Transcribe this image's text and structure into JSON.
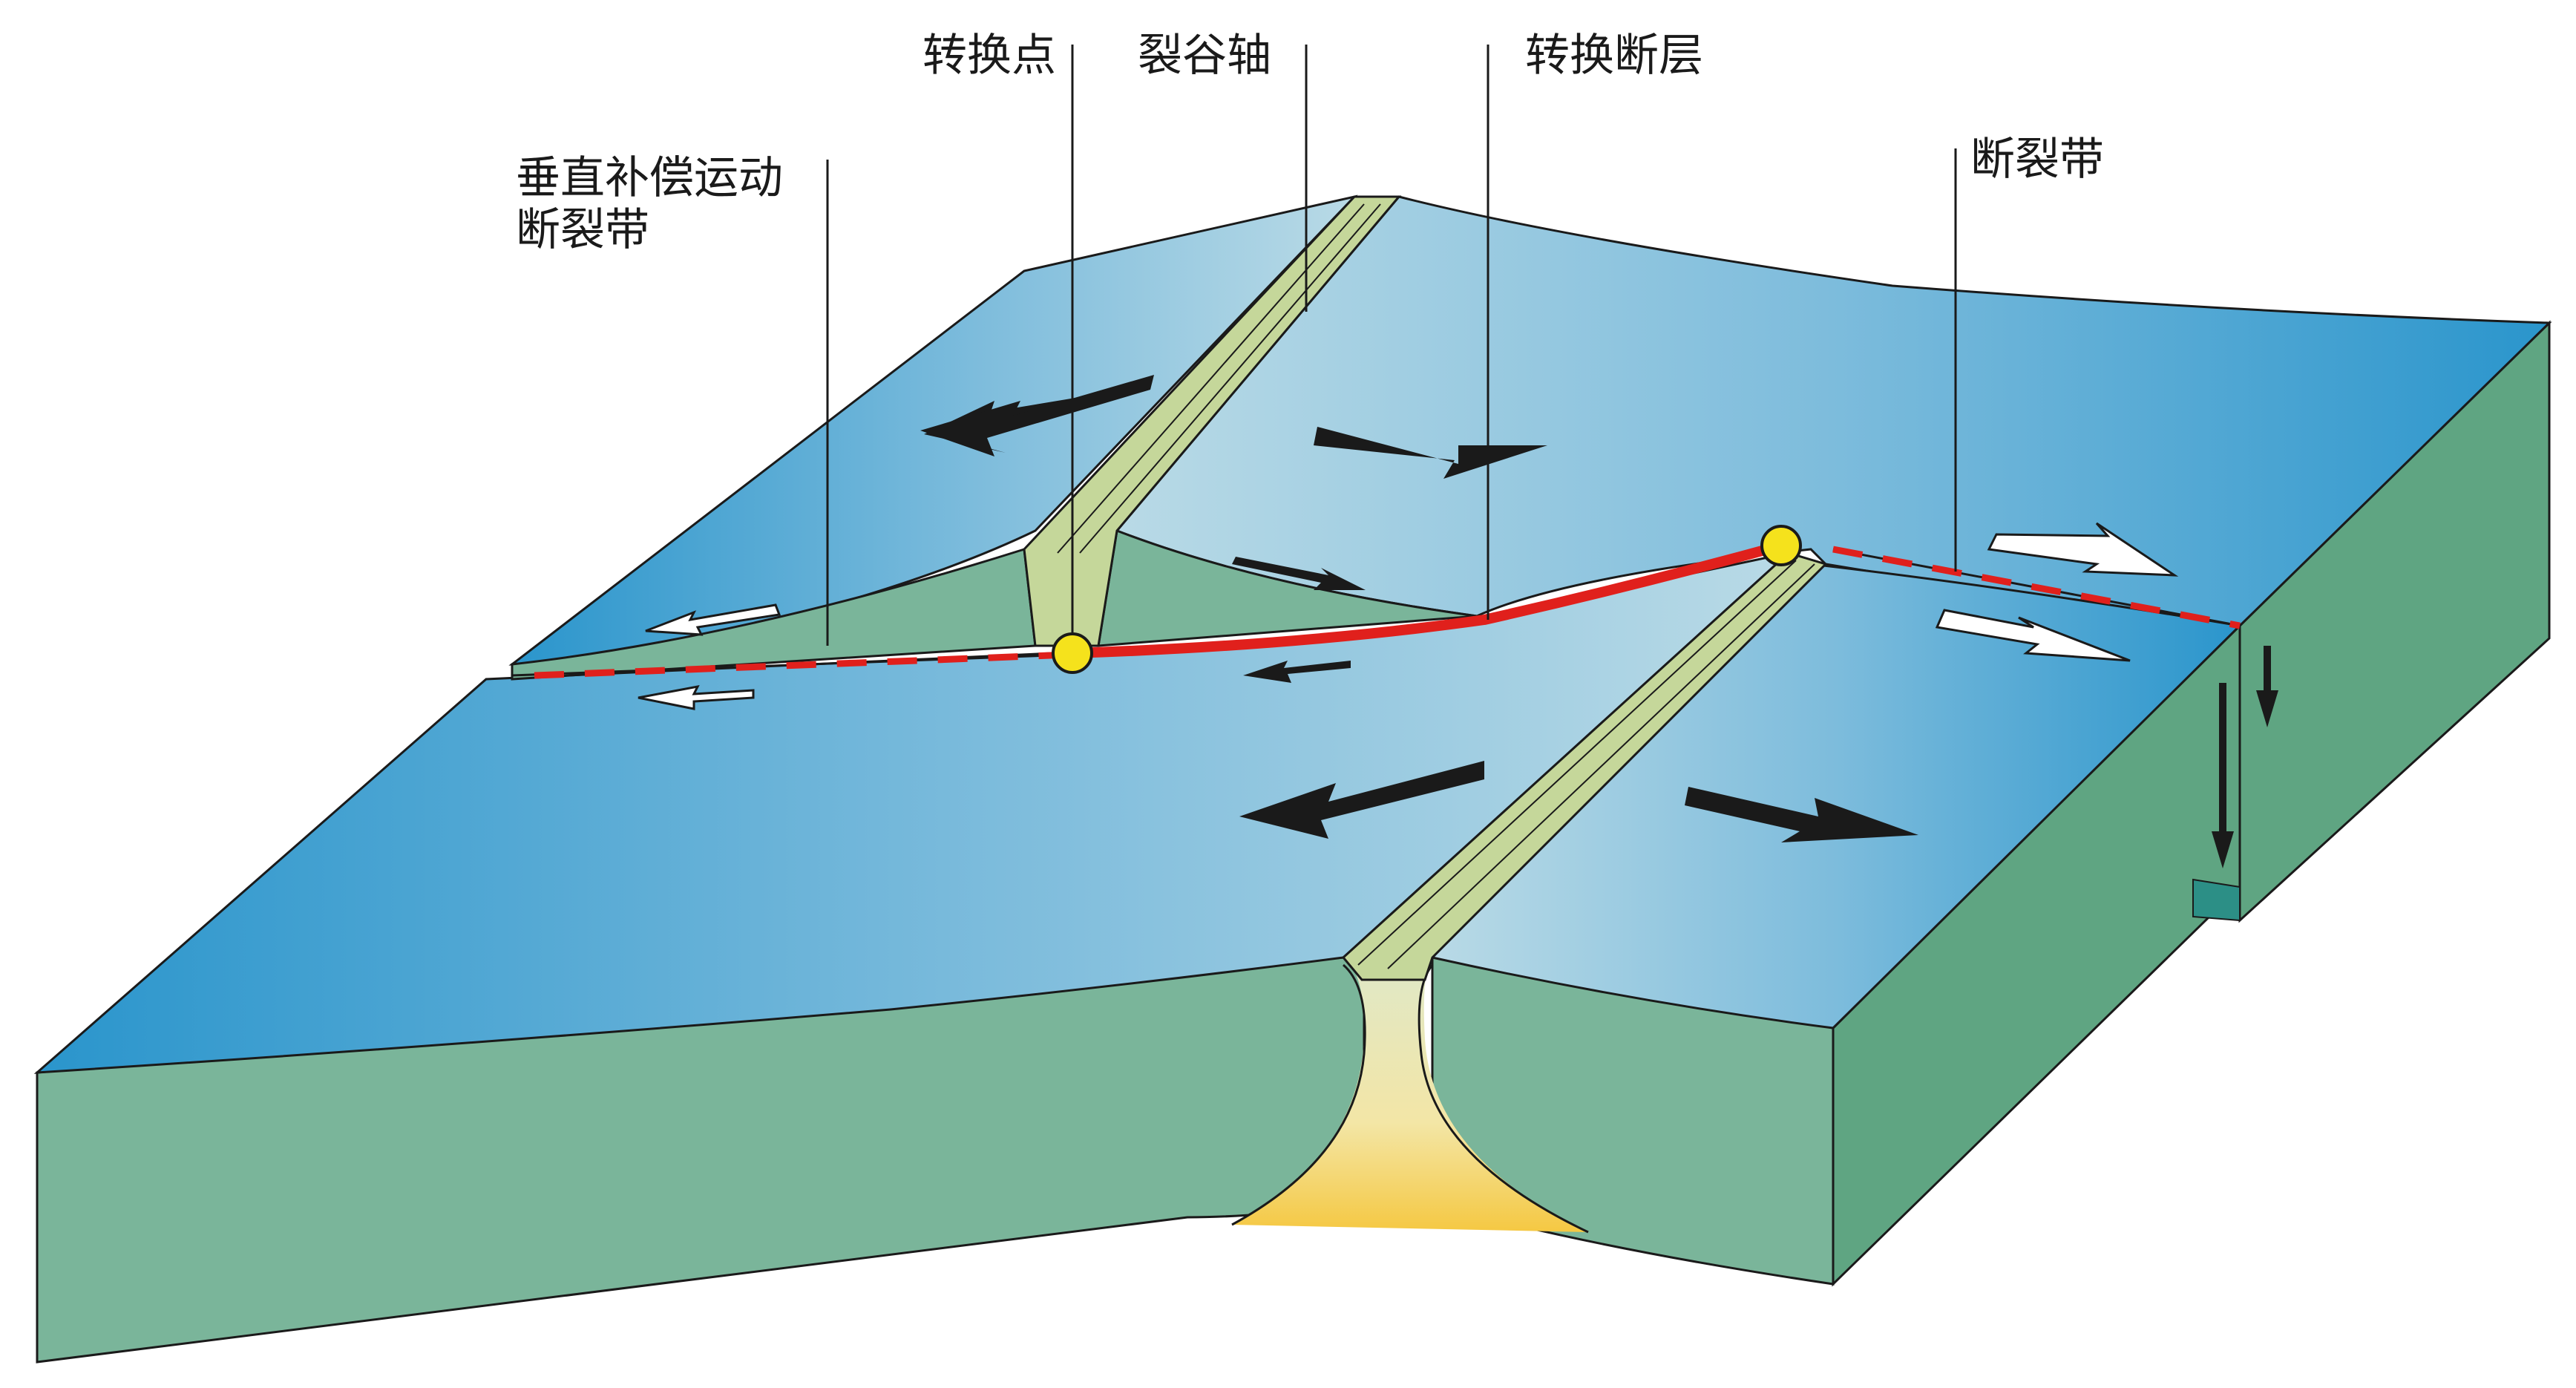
{
  "labels": {
    "transform_point": "转换点",
    "rift_axis": "裂谷轴",
    "transform_fault": "转换断层",
    "vertical_zone_line1": "垂直补偿运动",
    "vertical_zone_line2": "断裂带",
    "fracture_zone": "断裂带"
  },
  "colors": {
    "ocean_deep": "#2a95cc",
    "ocean_light": "#b9dae6",
    "crust_side": "#7ab59a",
    "crust_side_dark": "#5fa582",
    "rift_floor": "#c5d79a",
    "magma": "#f5c842",
    "transform_fault_line": "#e0201c",
    "fracture_zone_line": "#e0201c",
    "transform_point": "#f5e21c",
    "leader_line": "#1a1a1a"
  },
  "icons": {
    "spreading_arrows": "black-arrow",
    "relative_motion_arrows": "white-arrow"
  }
}
